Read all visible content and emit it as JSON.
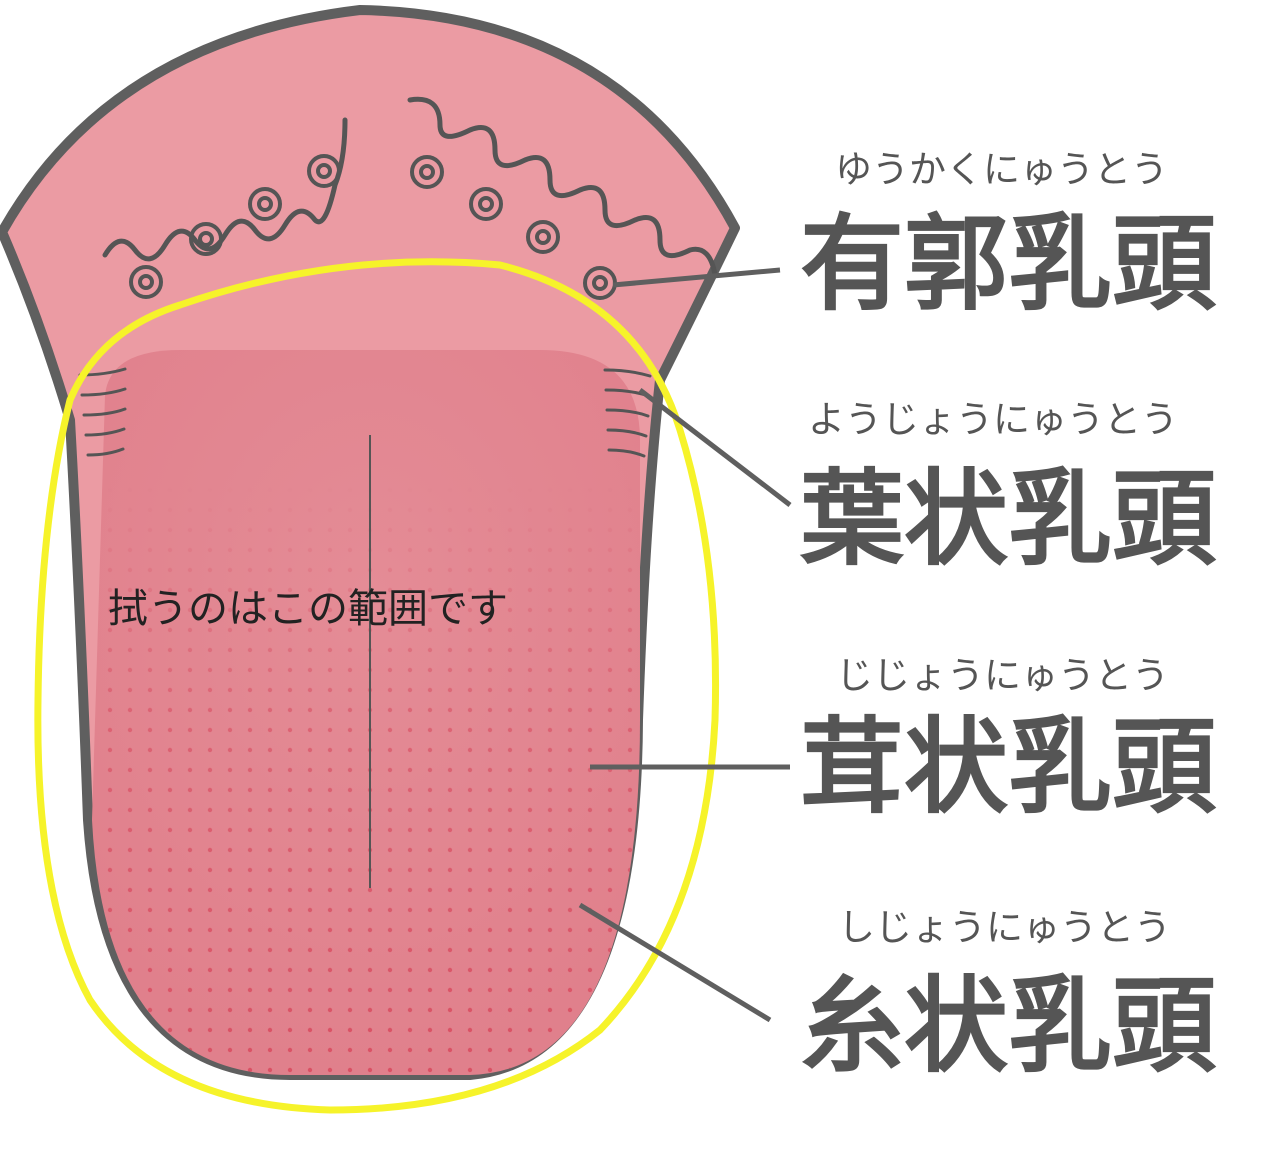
{
  "diagram": {
    "annotation": "拭うのはこの範囲です",
    "labels": [
      {
        "id": "circumvallate",
        "reading": "ゆうかくにゅうとう",
        "name": "有郭乳頭"
      },
      {
        "id": "foliate",
        "reading": "ようじょうにゅうとう",
        "name": "葉状乳頭"
      },
      {
        "id": "fungiform",
        "reading": "じじょうにゅうとう",
        "name": "茸状乳頭"
      },
      {
        "id": "filiform",
        "reading": "しじょうにゅうとう",
        "name": "糸状乳頭"
      }
    ]
  },
  "colors": {
    "tongue_base": "#eb9ba3",
    "tongue_outline": "#5f5f5f",
    "papillae_dots": "#d94e62",
    "highlight_ring": "#f6f32a",
    "label_text": "#555555"
  }
}
